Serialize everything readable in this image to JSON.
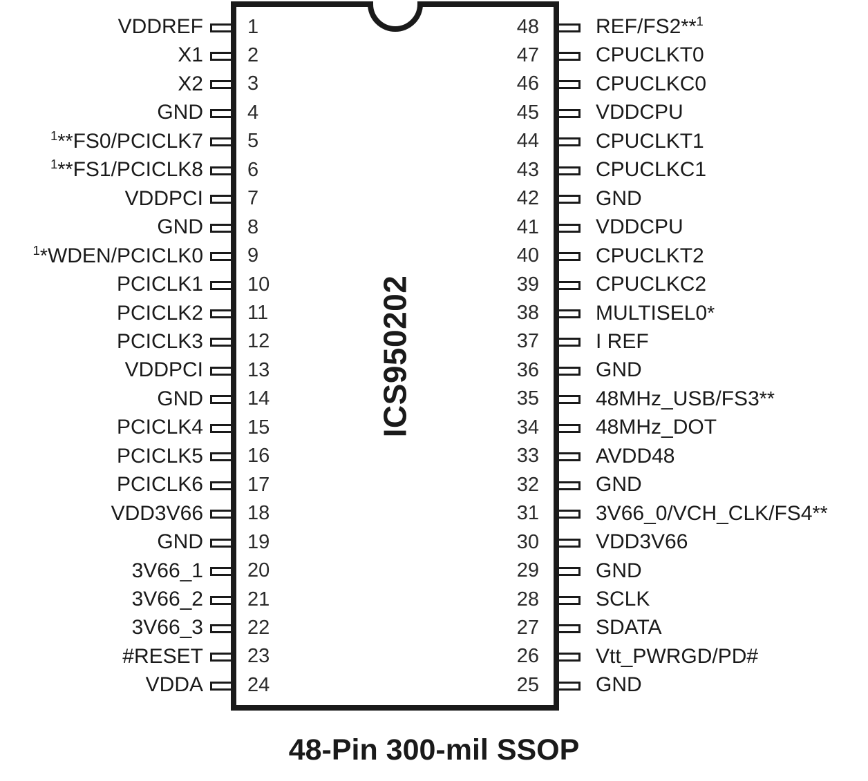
{
  "part_number": "ICS950202",
  "caption": "48-Pin 300-mil SSOP",
  "package": {
    "pin_count": 48,
    "notch": "semicircular-notch-top-center"
  },
  "colors": {
    "outline": "#1a1a1a",
    "body_fill": "#ffffff",
    "text": "#1a1a1a",
    "pin_number_text": "#2b2b2b",
    "background": "#ffffff"
  },
  "left_pins": [
    {
      "number": "1",
      "label": "VDDREF",
      "sup": "",
      "ast": ""
    },
    {
      "number": "2",
      "label": "X1",
      "sup": "",
      "ast": ""
    },
    {
      "number": "3",
      "label": "X2",
      "sup": "",
      "ast": ""
    },
    {
      "number": "4",
      "label": "GND",
      "sup": "",
      "ast": ""
    },
    {
      "number": "5",
      "label": "FS0/PCICLK7",
      "sup": "1",
      "ast": "**"
    },
    {
      "number": "6",
      "label": "FS1/PCICLK8",
      "sup": "1",
      "ast": "**"
    },
    {
      "number": "7",
      "label": "VDDPCI",
      "sup": "",
      "ast": ""
    },
    {
      "number": "8",
      "label": "GND",
      "sup": "",
      "ast": ""
    },
    {
      "number": "9",
      "label": "WDEN/PCICLK0",
      "sup": "1",
      "ast": "*"
    },
    {
      "number": "10",
      "label": "PCICLK1",
      "sup": "",
      "ast": ""
    },
    {
      "number": "11",
      "label": "PCICLK2",
      "sup": "",
      "ast": ""
    },
    {
      "number": "12",
      "label": "PCICLK3",
      "sup": "",
      "ast": ""
    },
    {
      "number": "13",
      "label": "VDDPCI",
      "sup": "",
      "ast": ""
    },
    {
      "number": "14",
      "label": "GND",
      "sup": "",
      "ast": ""
    },
    {
      "number": "15",
      "label": "PCICLK4",
      "sup": "",
      "ast": ""
    },
    {
      "number": "16",
      "label": "PCICLK5",
      "sup": "",
      "ast": ""
    },
    {
      "number": "17",
      "label": "PCICLK6",
      "sup": "",
      "ast": ""
    },
    {
      "number": "18",
      "label": "VDD3V66",
      "sup": "",
      "ast": ""
    },
    {
      "number": "19",
      "label": "GND",
      "sup": "",
      "ast": ""
    },
    {
      "number": "20",
      "label": "3V66_1",
      "sup": "",
      "ast": ""
    },
    {
      "number": "21",
      "label": "3V66_2",
      "sup": "",
      "ast": ""
    },
    {
      "number": "22",
      "label": "3V66_3",
      "sup": "",
      "ast": ""
    },
    {
      "number": "23",
      "label": "#RESET",
      "sup": "",
      "ast": ""
    },
    {
      "number": "24",
      "label": "VDDA",
      "sup": "",
      "ast": ""
    }
  ],
  "right_pins": [
    {
      "number": "48",
      "label": "REF/FS2",
      "ast": "**",
      "sup": "1"
    },
    {
      "number": "47",
      "label": "CPUCLKT0",
      "ast": "",
      "sup": ""
    },
    {
      "number": "46",
      "label": "CPUCLKC0",
      "ast": "",
      "sup": ""
    },
    {
      "number": "45",
      "label": "VDDCPU",
      "ast": "",
      "sup": ""
    },
    {
      "number": "44",
      "label": "CPUCLKT1",
      "ast": "",
      "sup": ""
    },
    {
      "number": "43",
      "label": "CPUCLKC1",
      "ast": "",
      "sup": ""
    },
    {
      "number": "42",
      "label": "GND",
      "ast": "",
      "sup": ""
    },
    {
      "number": "41",
      "label": "VDDCPU",
      "ast": "",
      "sup": ""
    },
    {
      "number": "40",
      "label": "CPUCLKT2",
      "ast": "",
      "sup": ""
    },
    {
      "number": "39",
      "label": "CPUCLKC2",
      "ast": "",
      "sup": ""
    },
    {
      "number": "38",
      "label": "MULTISEL0",
      "ast": "*",
      "sup": ""
    },
    {
      "number": "37",
      "label": "I REF",
      "ast": "",
      "sup": ""
    },
    {
      "number": "36",
      "label": "GND",
      "ast": "",
      "sup": ""
    },
    {
      "number": "35",
      "label": "48MHz_USB/FS3",
      "ast": "**",
      "sup": ""
    },
    {
      "number": "34",
      "label": "48MHz_DOT",
      "ast": "",
      "sup": ""
    },
    {
      "number": "33",
      "label": "AVDD48",
      "ast": "",
      "sup": ""
    },
    {
      "number": "32",
      "label": "GND",
      "ast": "",
      "sup": ""
    },
    {
      "number": "31",
      "label": "3V66_0/VCH_CLK/FS4",
      "ast": "**",
      "sup": ""
    },
    {
      "number": "30",
      "label": "VDD3V66",
      "ast": "",
      "sup": ""
    },
    {
      "number": "29",
      "label": "GND",
      "ast": "",
      "sup": ""
    },
    {
      "number": "28",
      "label": "SCLK",
      "ast": "",
      "sup": ""
    },
    {
      "number": "27",
      "label": "SDATA",
      "ast": "",
      "sup": ""
    },
    {
      "number": "26",
      "label": "Vtt_PWRGD/PD#",
      "ast": "",
      "sup": ""
    },
    {
      "number": "25",
      "label": "GND",
      "ast": "",
      "sup": ""
    }
  ]
}
